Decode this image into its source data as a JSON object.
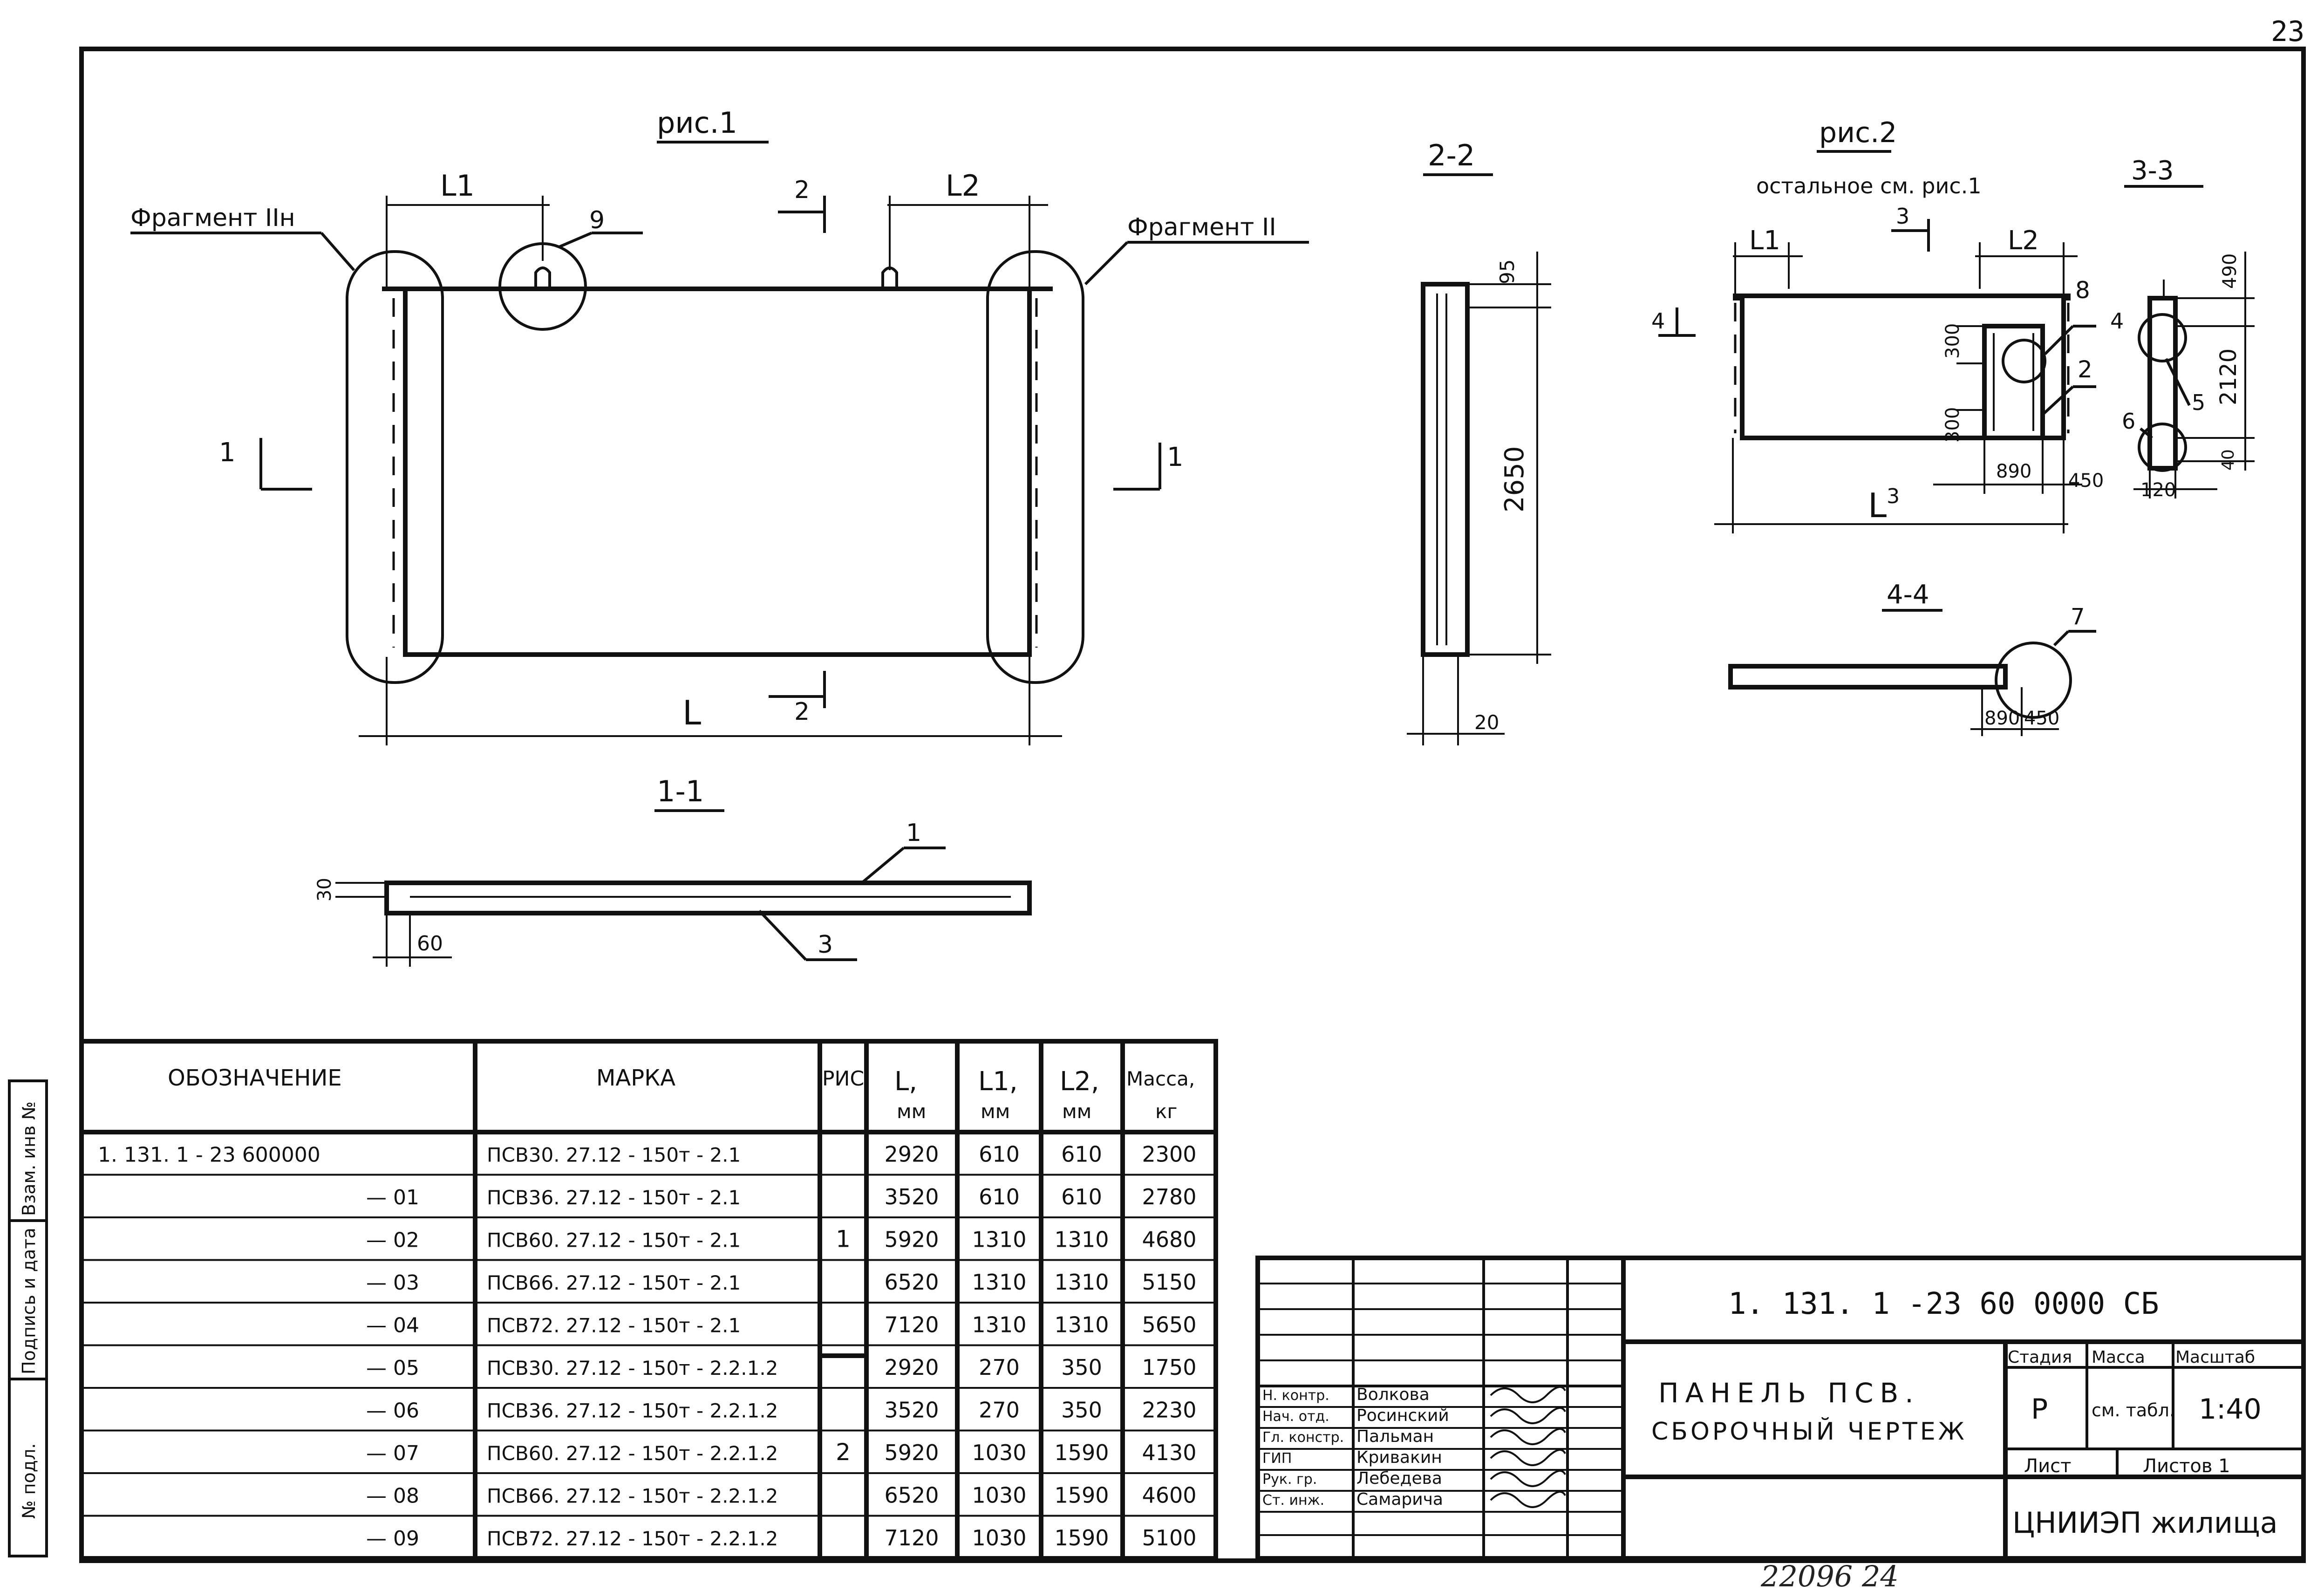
{
  "page_number": "23",
  "footer_handwritten": "22096 24",
  "fig1": {
    "title": "рис.1",
    "fragment_left": "Фрагмент IIн",
    "fragment_right": "Фрагмент II",
    "label_L1": "L1",
    "label_L2": "L2",
    "label_L": "L",
    "mark_9": "9",
    "section_2_top": "2",
    "section_2_bottom": "2",
    "section_1_left": "1",
    "section_1_right": "1"
  },
  "sec22": {
    "title": "2-2",
    "dim_95": "95",
    "dim_2650": "2650",
    "dim_20": "20"
  },
  "sec11": {
    "title": "1-1",
    "dim_30": "30",
    "dim_60": "60",
    "pos_1": "1",
    "pos_3": "3"
  },
  "fig2": {
    "title": "рис.2",
    "note": "остальное см. рис.1",
    "label_L1": "L1",
    "label_L2": "L2",
    "label_L": "L",
    "label_L_sup": "3",
    "sec3": "3",
    "sec4": "4",
    "sec4r": "4",
    "pos_8": "8",
    "pos_2": "2",
    "dim_300a": "300",
    "dim_300b": "300",
    "dim_890": "890",
    "dim_450": "450"
  },
  "sec33": {
    "title": "3-3",
    "dim_490": "490",
    "dim_2120": "2120",
    "dim_40": "40",
    "dim_120": "120",
    "pos_5": "5",
    "pos_6": "6"
  },
  "sec44": {
    "title": "4-4",
    "pos_7": "7",
    "dim_890": "890",
    "dim_450": "450"
  },
  "spec_table": {
    "headers": [
      "ОБОЗНАЧЕНИЕ",
      "МАРКА",
      "РИС.",
      "L, мм",
      "L1, мм",
      "L2, мм",
      "Масса, кг"
    ],
    "header_mm": "мм",
    "header_kg": "кг",
    "rows": [
      {
        "code": "1. 131. 1 - 23     600000",
        "marka": "ПСВ30. 27.12 - 150т - 2.1",
        "ris": "",
        "L": "2920",
        "L1": "610",
        "L2": "610",
        "mass": "2300"
      },
      {
        "code": "— 01",
        "marka": "ПСВ36. 27.12 - 150т - 2.1",
        "ris": "",
        "L": "3520",
        "L1": "610",
        "L2": "610",
        "mass": "2780"
      },
      {
        "code": "— 02",
        "marka": "ПСВ60. 27.12 - 150т - 2.1",
        "ris": "1",
        "L": "5920",
        "L1": "1310",
        "L2": "1310",
        "mass": "4680"
      },
      {
        "code": "— 03",
        "marka": "ПСВ66. 27.12 - 150т - 2.1",
        "ris": "",
        "L": "6520",
        "L1": "1310",
        "L2": "1310",
        "mass": "5150"
      },
      {
        "code": "— 04",
        "marka": "ПСВ72. 27.12 - 150т - 2.1",
        "ris": "",
        "L": "7120",
        "L1": "1310",
        "L2": "1310",
        "mass": "5650"
      },
      {
        "code": "— 05",
        "marka": "ПСВ30. 27.12 - 150т - 2.2.1.2",
        "ris": "",
        "L": "2920",
        "L1": "270",
        "L2": "350",
        "mass": "1750"
      },
      {
        "code": "— 06",
        "marka": "ПСВ36. 27.12 - 150т - 2.2.1.2",
        "ris": "",
        "L": "3520",
        "L1": "270",
        "L2": "350",
        "mass": "2230"
      },
      {
        "code": "— 07",
        "marka": "ПСВ60. 27.12 - 150т - 2.2.1.2",
        "ris": "2",
        "L": "5920",
        "L1": "1030",
        "L2": "1590",
        "mass": "4130"
      },
      {
        "code": "— 08",
        "marka": "ПСВ66. 27.12 - 150т - 2.2.1.2",
        "ris": "",
        "L": "6520",
        "L1": "1030",
        "L2": "1590",
        "mass": "4600"
      },
      {
        "code": "— 09",
        "marka": "ПСВ72. 27.12 - 150т - 2.2.1.2",
        "ris": "",
        "L": "7120",
        "L1": "1030",
        "L2": "1590",
        "mass": "5100"
      }
    ]
  },
  "left_strip": [
    "Взам. инв №",
    "Подпись и дата",
    "№ подл."
  ],
  "title_block": {
    "code": "1. 131. 1 -23    60 0000 СБ",
    "name_line1": "ПАНЕЛЬ ПСВ.",
    "name_line2": "СБОРОЧНЫЙ ЧЕРТЕЖ",
    "stage_label": "Стадия",
    "mass_label": "Масса",
    "scale_label": "Масштаб",
    "stage": "Р",
    "mass_value": "см. табл.",
    "scale": "1:40",
    "sheet_label": "Лист",
    "sheets_label": "Листов 1",
    "org": "ЦНИИЭП жилища",
    "signatures": [
      {
        "role": "Н. контр.",
        "name": "Волкова"
      },
      {
        "role": "Нач. отд.",
        "name": "Росинский"
      },
      {
        "role": "Гл. констр.",
        "name": "Пальман"
      },
      {
        "role": "ГИП",
        "name": "Кривакин"
      },
      {
        "role": "Рук. гр.",
        "name": "Лебедева"
      },
      {
        "role": "Ст. инж.",
        "name": "Самарича"
      }
    ]
  }
}
